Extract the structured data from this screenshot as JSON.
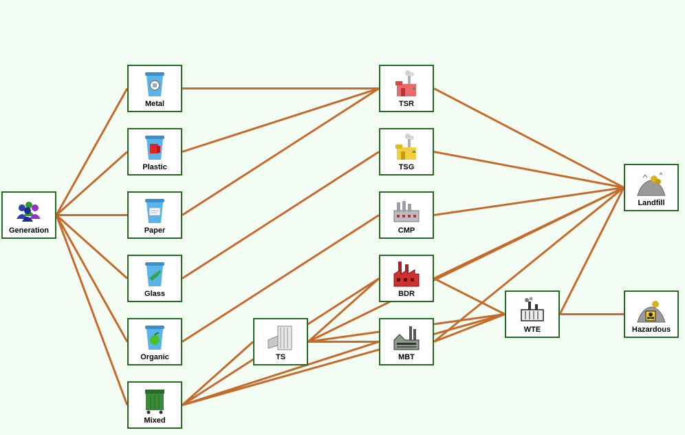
{
  "diagram": {
    "edge_color": "#c8692a",
    "node_border_color": "#1e6e1e",
    "background_color": "#f3fdf3",
    "nodes": {
      "generation": {
        "label": "Generation",
        "icon": "people-icon"
      },
      "metal": {
        "label": "Metal",
        "icon": "metal-bin-icon"
      },
      "plastic": {
        "label": "Plastic",
        "icon": "plastic-bin-icon"
      },
      "paper": {
        "label": "Paper",
        "icon": "paper-bin-icon"
      },
      "glass": {
        "label": "Glass",
        "icon": "glass-bin-icon"
      },
      "organic": {
        "label": "Organic",
        "icon": "organic-bin-icon"
      },
      "mixed": {
        "label": "Mixed",
        "icon": "dumpster-icon"
      },
      "ts": {
        "label": "TS",
        "icon": "transfer-station-icon"
      },
      "tsr": {
        "label": "TSR",
        "icon": "red-factory-icon"
      },
      "tsg": {
        "label": "TSG",
        "icon": "yellow-factory-icon"
      },
      "cmp": {
        "label": "CMP",
        "icon": "composting-plant-icon"
      },
      "bdr": {
        "label": "BDR",
        "icon": "brick-factory-icon"
      },
      "mbt": {
        "label": "MBT",
        "icon": "mbt-plant-icon"
      },
      "wte": {
        "label": "WTE",
        "icon": "incinerator-icon"
      },
      "landfill": {
        "label": "Landfill",
        "icon": "landfill-icon"
      },
      "hazardous": {
        "label": "Hazardous",
        "icon": "hazardous-landfill-icon"
      }
    },
    "edges": [
      [
        "generation",
        "metal"
      ],
      [
        "generation",
        "plastic"
      ],
      [
        "generation",
        "paper"
      ],
      [
        "generation",
        "glass"
      ],
      [
        "generation",
        "organic"
      ],
      [
        "generation",
        "mixed"
      ],
      [
        "metal",
        "tsr"
      ],
      [
        "plastic",
        "tsr"
      ],
      [
        "paper",
        "tsr"
      ],
      [
        "glass",
        "tsg"
      ],
      [
        "organic",
        "cmp"
      ],
      [
        "mixed",
        "ts"
      ],
      [
        "mixed",
        "bdr"
      ],
      [
        "mixed",
        "mbt"
      ],
      [
        "mixed",
        "wte"
      ],
      [
        "ts",
        "bdr"
      ],
      [
        "ts",
        "mbt"
      ],
      [
        "ts",
        "wte"
      ],
      [
        "ts",
        "landfill"
      ],
      [
        "tsr",
        "landfill"
      ],
      [
        "tsg",
        "landfill"
      ],
      [
        "cmp",
        "landfill"
      ],
      [
        "bdr",
        "landfill"
      ],
      [
        "bdr",
        "wte"
      ],
      [
        "mbt",
        "landfill"
      ],
      [
        "mbt",
        "wte"
      ],
      [
        "wte",
        "landfill"
      ],
      [
        "wte",
        "hazardous"
      ]
    ]
  }
}
